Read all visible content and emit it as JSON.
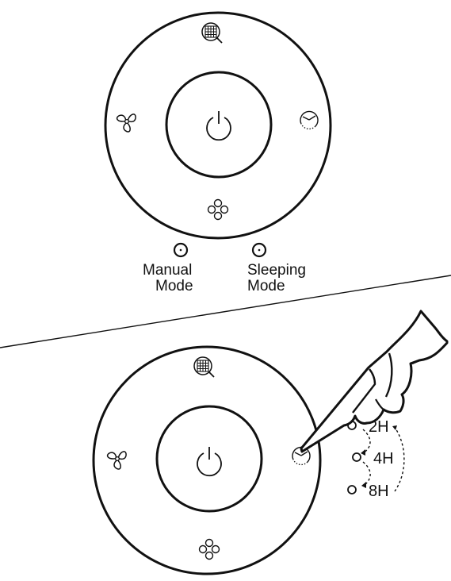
{
  "panel_top": {
    "indicators": [
      {
        "line1": "Manual",
        "line2": "Mode"
      },
      {
        "line1": "Sleeping",
        "line2": "Mode"
      }
    ]
  },
  "panel_bottom": {
    "timer_options": [
      "2H",
      "4H",
      "8H"
    ]
  },
  "icons": [
    "filter-icon",
    "fan-icon",
    "timer-icon",
    "power-icon",
    "mode-icon",
    "pointing-hand-icon"
  ],
  "colors": {
    "line": "#111111",
    "background": "#ffffff"
  }
}
